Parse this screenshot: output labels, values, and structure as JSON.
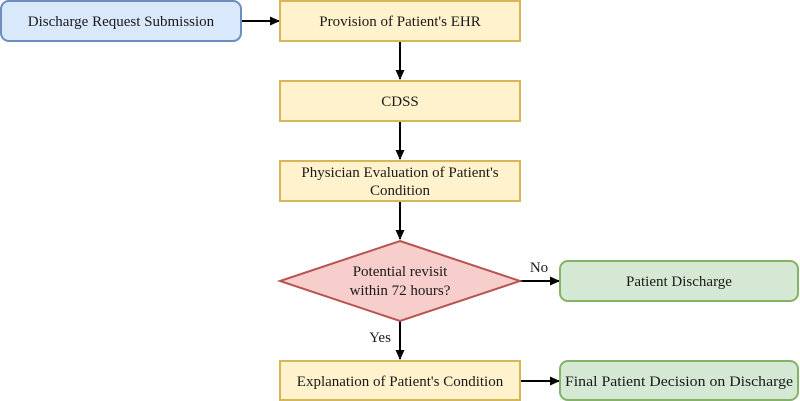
{
  "diagram": {
    "nodes": {
      "discharge_request": {
        "label": "Discharge Request Submission",
        "fill": "#dae8fc",
        "stroke": "#6c8ebf"
      },
      "provision_ehr": {
        "label": "Provision of Patient's EHR",
        "fill": "#fff2cc",
        "stroke": "#d6b656"
      },
      "cdss": {
        "label": "CDSS",
        "fill": "#fff2cc",
        "stroke": "#d6b656"
      },
      "physician_eval": {
        "line1": "Physician Evaluation of Patient's",
        "line2": "Condition",
        "fill": "#fff2cc",
        "stroke": "#d6b656"
      },
      "decision": {
        "line1": "Potential revisit",
        "line2": "within 72 hours?",
        "fill": "#f8cecc",
        "stroke": "#b85450"
      },
      "patient_discharge": {
        "label": "Patient Discharge",
        "fill": "#d5e8d4",
        "stroke": "#82b366"
      },
      "explanation": {
        "label": "Explanation of Patient's Condition",
        "fill": "#fff2cc",
        "stroke": "#d6b656"
      },
      "final_decision": {
        "label": "Final Patient Decision on Discharge",
        "fill": "#d5e8d4",
        "stroke": "#82b366"
      }
    },
    "edges": {
      "no_label": "No",
      "yes_label": "Yes"
    },
    "arrow_color": "#000000"
  }
}
